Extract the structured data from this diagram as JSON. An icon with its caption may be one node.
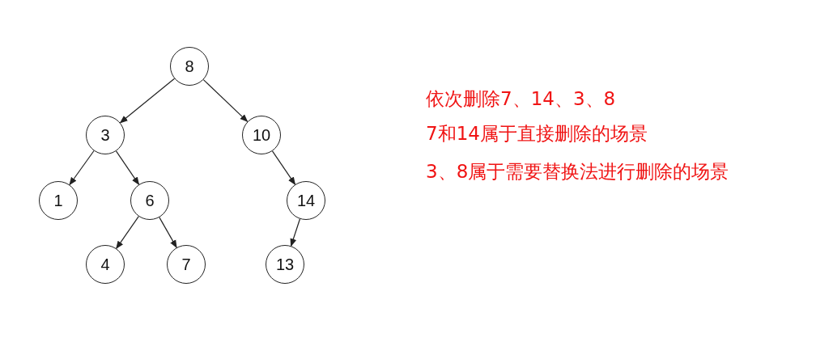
{
  "diagram": {
    "nodes": [
      {
        "text": [
          "8"
        ]
      },
      {
        "text": [
          "3"
        ]
      },
      {
        "text": [
          "10"
        ]
      },
      {
        "text": [
          "1"
        ]
      },
      {
        "text": [
          "6"
        ]
      },
      {
        "text": [
          "14"
        ]
      },
      {
        "text": [
          "4"
        ]
      },
      {
        "text": [
          "7"
        ]
      },
      {
        "text": [
          "13"
        ]
      }
    ],
    "edges": [
      {
        "from": 0,
        "to": 1,
        "arrow": "to"
      },
      {
        "from": 0,
        "to": 2,
        "arrow": "to"
      },
      {
        "from": 1,
        "to": 3,
        "arrow": "to"
      },
      {
        "from": 1,
        "to": 4,
        "arrow": "to"
      },
      {
        "from": 2,
        "to": 5,
        "arrow": "to"
      },
      {
        "from": 4,
        "to": 6,
        "arrow": "to"
      },
      {
        "from": 4,
        "to": 7,
        "arrow": "to"
      },
      {
        "from": 5,
        "to": 8,
        "arrow": "to"
      }
    ],
    "labels": [
      "依次删除7、14、3、8",
      "7和14属于直接删除的场景",
      "3、8属于需要替换法进行删除的场景"
    ]
  }
}
